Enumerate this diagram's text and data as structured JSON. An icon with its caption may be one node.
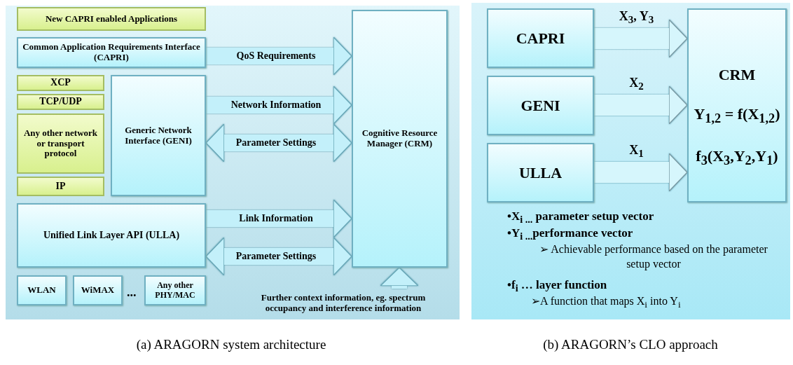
{
  "diagram": {
    "nodes": [
      {
        "text": [],
        "shape": "box"
      },
      {
        "text": [
          "New CAPRI enabled Applications"
        ],
        "in": 0
      },
      {
        "text": [
          "Common Application Requirements Interface (CAPRI)"
        ],
        "in": 0
      },
      {
        "text": [
          "XCP"
        ],
        "in": 0
      },
      {
        "text": [
          "TCP/UDP"
        ],
        "in": 0
      },
      {
        "text": [
          "Any other network or transport protocol"
        ],
        "in": 0
      },
      {
        "text": [
          "IP"
        ],
        "in": 0
      },
      {
        "text": [
          "Generic Network Interface (GENI)"
        ],
        "in": 0
      },
      {
        "text": [
          "Unified Link Layer API (ULLA)"
        ],
        "in": 0
      },
      {
        "text": [
          "WLAN"
        ],
        "in": 0
      },
      {
        "text": [
          "WiMAX"
        ],
        "in": 0
      },
      {
        "text": [
          "Any other PHY/MAC"
        ],
        "in": 0
      },
      {
        "text": [
          "Cognitive Resource Manager (CRM)"
        ],
        "in": 0
      },
      {
        "text": [
          "Further context information, eg. spectrum occupancy and interference information"
        ],
        "in": 0
      },
      {
        "text": [],
        "shape": "box"
      },
      {
        "text": [
          "CAPRI"
        ],
        "in": 14
      },
      {
        "text": [
          "GENI"
        ],
        "in": 14
      },
      {
        "text": [
          "ULLA"
        ],
        "in": 14
      },
      {
        "text": [
          "CRM",
          "Y$_{1,2}$ = f(X$_{1,2}$)",
          "f$_{3}$(X$_{3}$,Y$_{2}$,Y$_{1}$)"
        ],
        "in": 14
      }
    ],
    "edges": [
      {
        "from": 2,
        "to": 12,
        "arrow": "to",
        "label": "QoS Requirements"
      },
      {
        "from": 7,
        "to": 12,
        "arrow": "to",
        "label": "Network Information"
      },
      {
        "from": 7,
        "to": 12,
        "arrow": "both",
        "label": "Parameter Settings"
      },
      {
        "from": 8,
        "to": 12,
        "arrow": "to",
        "label": "Link Information"
      },
      {
        "from": 8,
        "to": 12,
        "arrow": "both",
        "label": "Parameter Settings"
      },
      {
        "from": 13,
        "to": 12,
        "arrow": "to"
      },
      {
        "from": 15,
        "to": 18,
        "arrow": "to",
        "label": "X$_{3}$, Y$_{3}$"
      },
      {
        "from": 16,
        "to": 18,
        "arrow": "to",
        "label": "X$_{2}$"
      },
      {
        "from": 17,
        "to": 18,
        "arrow": "to",
        "label": "X$_{1}$"
      }
    ],
    "labels": [
      "...",
      "•X$_{i ...}$ parameter setup vector",
      "•Y$_{i ...}$performance vector",
      "➢ Achievable performance based on the parameter setup vector",
      "•f$_{i}$ … layer function",
      "➢A function that maps X$_{i}$ into Y$_{i}$",
      "(a)  ARAGORN system architecture",
      "(b)  ARAGORN’s CLO approach"
    ]
  }
}
